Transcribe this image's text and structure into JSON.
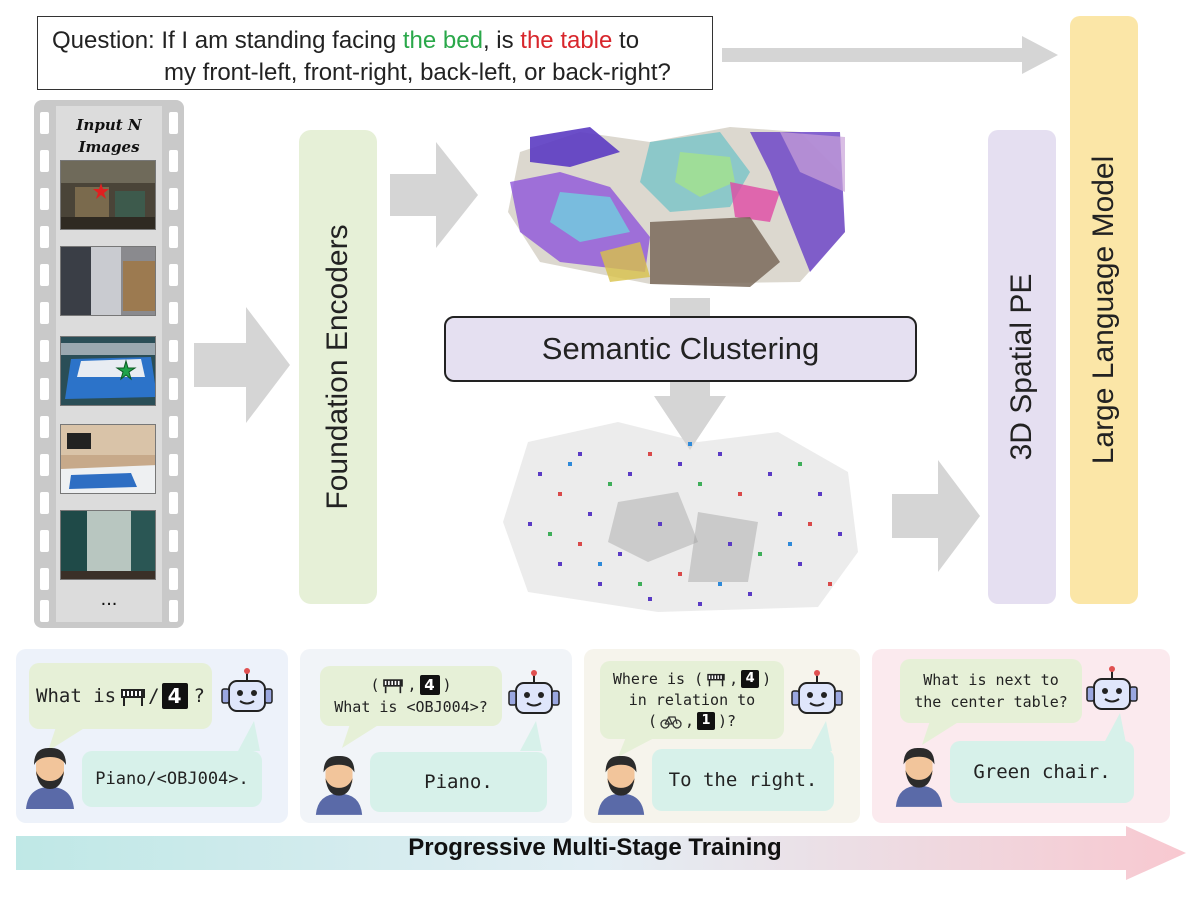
{
  "question": {
    "prefix": "Question: If I am standing facing ",
    "bed": "the bed",
    "middle": ", is ",
    "table": "the table",
    "suffix": " to",
    "line2": "my front-left, front-right, back-left, or back-right?"
  },
  "film": {
    "title_line1": "Input N",
    "title_line2": "Images",
    "ellipsis": "..."
  },
  "foundation_encoders": "Foundation Encoders",
  "semantic_clustering": "Semantic Clustering",
  "spatial_pe": "3D Spatial PE",
  "llm": "Large Language Model",
  "stages": [
    {
      "question": "What is",
      "question_sep": "/",
      "question_end": "?",
      "token": "4",
      "answer": "Piano/<OBJ004>."
    },
    {
      "question_line1_open": "(",
      "question_line1_sep": ",",
      "question_line1_close": ")",
      "token": "4",
      "question_line2": "What is <OBJ004>?",
      "answer": "Piano."
    },
    {
      "line1": "Where is (",
      "line1_sep": ",",
      "line1_close": ")",
      "token1": "4",
      "line2": "in relation to",
      "line3_open": "(",
      "line3_sep": ",",
      "line3_close": ")?",
      "token2": "1",
      "answer": "To the right."
    },
    {
      "question_line1": "What is next to",
      "question_line2": "the center table?",
      "answer": "Green chair."
    }
  ],
  "training": "Progressive Multi-Stage Training",
  "colors": {
    "green_text": "#2aa84a",
    "red_text": "#d8262c",
    "encoder_fill": "#e6f0d7",
    "cluster_fill": "#e5e0f1",
    "llm_fill": "#fbe6a7",
    "arrow_gray": "#d5d5d5"
  }
}
